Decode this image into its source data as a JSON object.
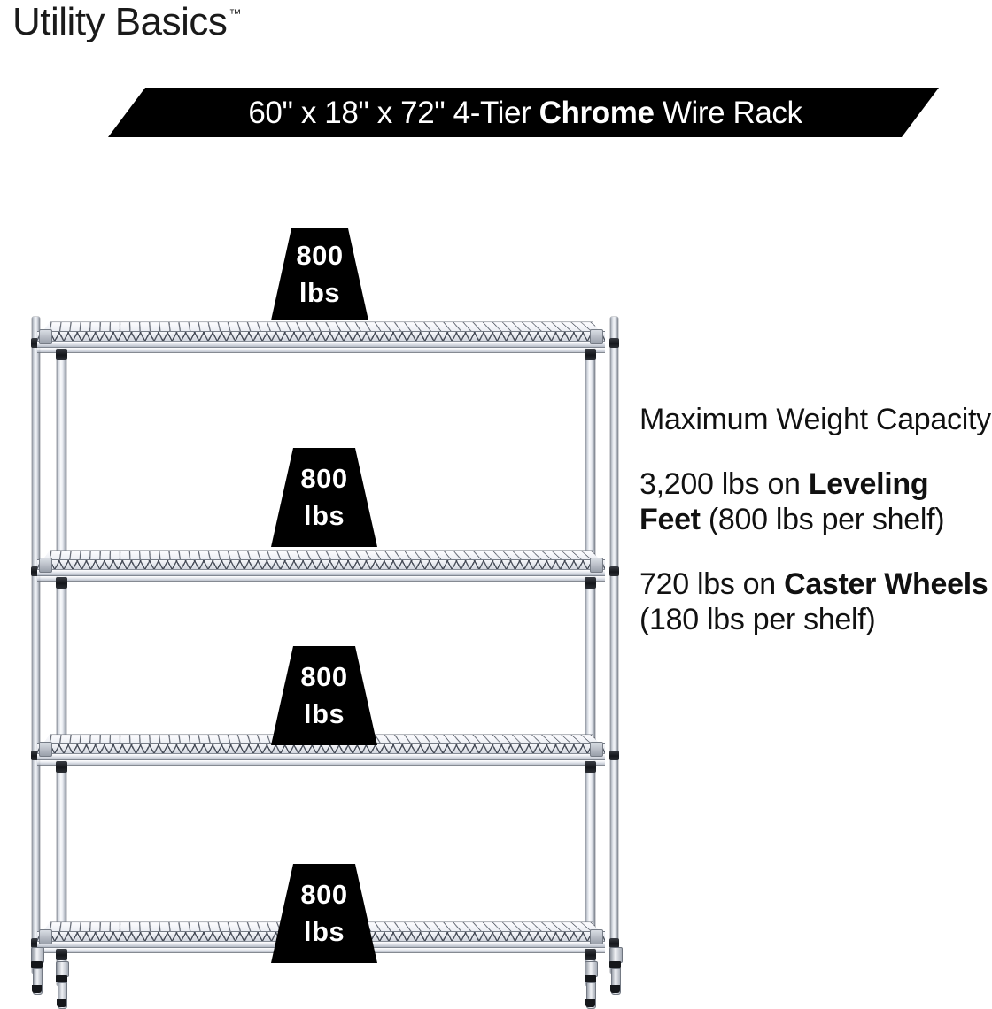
{
  "brand": {
    "name": "Utility Basics",
    "tm": "™"
  },
  "banner": {
    "text_prefix": "60\" x 18\" x 72\" 4-Tier ",
    "text_bold": "Chrome",
    "text_suffix": " Wire Rack",
    "full_text": "60\" x 18\" x 72\" 4-Tier Chrome Wire Rack",
    "background": "#000000",
    "text_color": "#ffffff"
  },
  "copy": {
    "heading": "Maximum Weight Capacity",
    "leveling": {
      "pre": "3,200 lbs on ",
      "bold": "Leveling Feet",
      "post": " (800 lbs per shelf)"
    },
    "caster": {
      "pre": "720 lbs on ",
      "bold": "Caster Wheels",
      "post": " (180 lbs per shelf)"
    }
  },
  "product": {
    "tiers": 4,
    "width_in": "60\"",
    "depth_in": "18\"",
    "height_in": "72\"",
    "finish": "Chrome",
    "per_shelf_capacity_leveling": "800 lbs",
    "per_shelf_capacity_caster": "180 lbs",
    "total_capacity_leveling": "3,200 lbs",
    "total_capacity_caster": "720 lbs"
  },
  "callouts": [
    {
      "value": "800",
      "unit": "lbs"
    },
    {
      "value": "800",
      "unit": "lbs"
    },
    {
      "value": "800",
      "unit": "lbs"
    },
    {
      "value": "800",
      "unit": "lbs"
    }
  ]
}
